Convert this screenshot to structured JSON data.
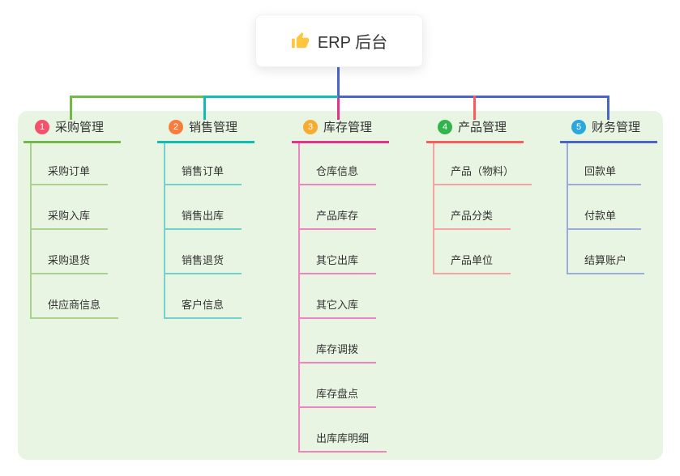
{
  "root": {
    "label": "ERP 后台",
    "icon": "thumbs-up-icon",
    "icon_color": "#ffc53d"
  },
  "branches": [
    {
      "badge": "1",
      "label": "采购管理",
      "line_color": "#74b84b",
      "item_line_color": "#a9d28c",
      "badge_color": "#f4516c",
      "items": [
        "采购订单",
        "采购入库",
        "采购退货",
        "供应商信息"
      ]
    },
    {
      "badge": "2",
      "label": "销售管理",
      "line_color": "#12bcb2",
      "item_line_color": "#72d2cb",
      "badge_color": "#f87d3d",
      "items": [
        "销售订单",
        "销售出库",
        "销售退货",
        "客户信息"
      ]
    },
    {
      "badge": "3",
      "label": "库存管理",
      "line_color": "#e2348f",
      "item_line_color": "#f083c0",
      "badge_color": "#f7ab31",
      "items": [
        "仓库信息",
        "产品库存",
        "其它出库",
        "其它入库",
        "库存调拨",
        "库存盘点",
        "出库库明细"
      ]
    },
    {
      "badge": "4",
      "label": "产品管理",
      "line_color": "#f75d5d",
      "item_line_color": "#f8a3a3",
      "badge_color": "#2fb54c",
      "items": [
        "产品（物料）",
        "产品分类",
        "产品单位"
      ]
    },
    {
      "badge": "5",
      "label": "财务管理",
      "line_color": "#4b65c6",
      "item_line_color": "#9aacde",
      "badge_color": "#2ba7de",
      "items": [
        "回款单",
        "付款单",
        "结算账户"
      ]
    }
  ],
  "colors": {
    "panel_background": "#e8f5e3",
    "root_connector": "#4b65c6",
    "text": "#333333"
  }
}
